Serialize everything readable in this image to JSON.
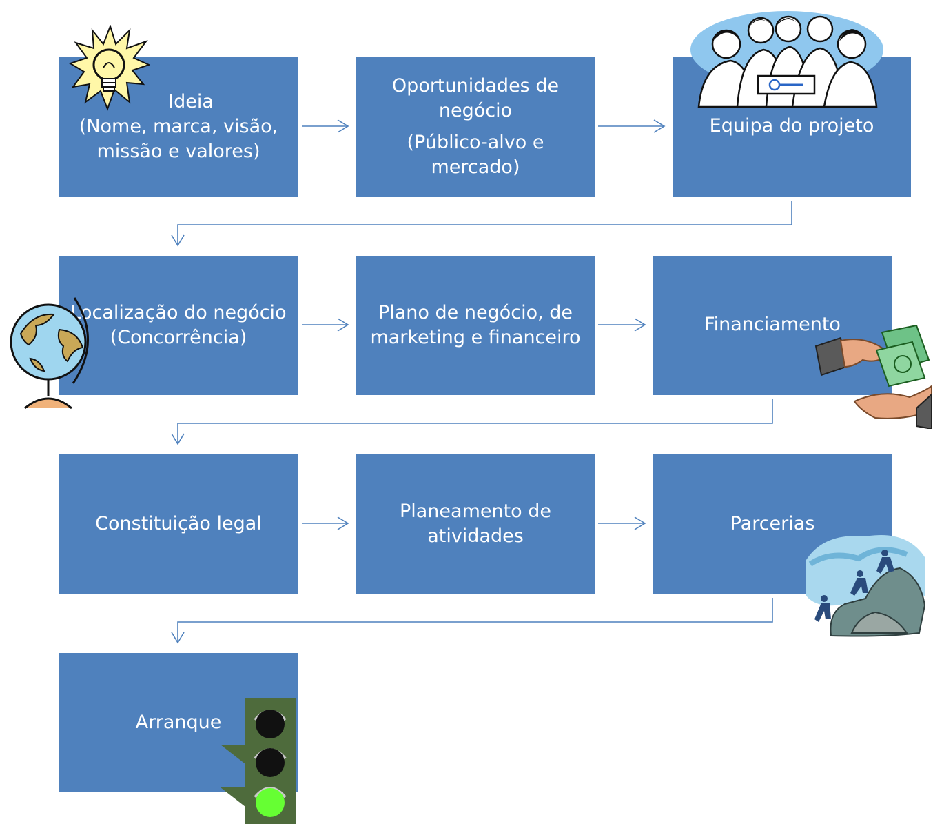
{
  "boxes": {
    "ideia": {
      "title": "Ideia",
      "detail": "(Nome, marca, visão, missão e valores)"
    },
    "oportunidades": {
      "title": "Oportunidades de negócio",
      "detail": "(Público-alvo  e mercado)"
    },
    "equipa": {
      "title": "Equipa do projeto"
    },
    "localizacao": {
      "title": "Localização do negócio",
      "detail": "(Concorrência)"
    },
    "plano": {
      "title": "Plano de negócio, de marketing e financeiro"
    },
    "financiamento": {
      "title": "Financiamento"
    },
    "constituicao": {
      "title": "Constituição legal"
    },
    "planeamento": {
      "title": "Planeamento de atividades"
    },
    "parcerias": {
      "title": "Parcerias"
    },
    "arranque": {
      "title": "Arranque"
    }
  },
  "colors": {
    "box": "#4f81bd",
    "arrow": "#4f81bd",
    "text": "#ffffff"
  },
  "icons": [
    "lightbulb-icon",
    "team-icon",
    "globe-icon",
    "money-handshake-icon",
    "climbers-icon",
    "traffic-light-icon"
  ]
}
